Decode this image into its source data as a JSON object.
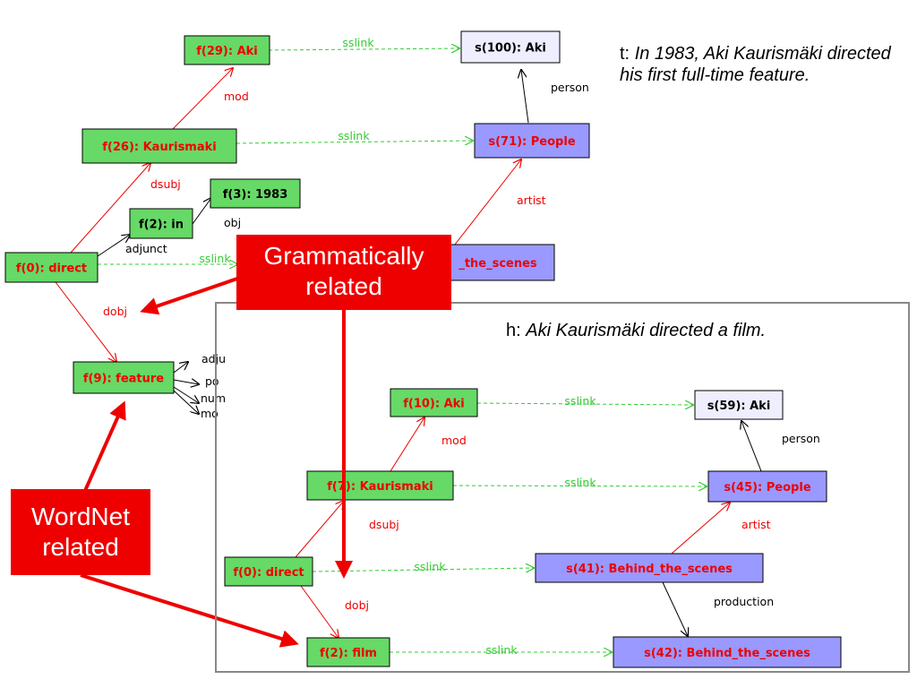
{
  "t_sentence": {
    "prefix": "t:",
    "text": "In 1983, Aki Kaurismäki directed his first full-time feature."
  },
  "h_sentence": {
    "prefix": "h:",
    "text": "Aki Kaurismäki directed a film."
  },
  "callouts": {
    "grammatical": "Grammatically related",
    "wordnet": "WordNet related"
  },
  "colors": {
    "f_node": "#66d966",
    "s_node": "#9999ff",
    "s_leaf": "#eeeeff",
    "red_text": "#ee0000",
    "sslink": "#33cc33",
    "callout": "#ee0000"
  },
  "nodes": [
    {
      "id": "t_f29",
      "label": "f(29): Aki",
      "kind": "f",
      "tcolor": "red"
    },
    {
      "id": "t_s100",
      "label": "s(100): Aki",
      "kind": "leaf",
      "tcolor": "black"
    },
    {
      "id": "t_f26",
      "label": "f(26): Kaurismaki",
      "kind": "f",
      "tcolor": "red"
    },
    {
      "id": "t_s71",
      "label": "s(71): People",
      "kind": "s",
      "tcolor": "red"
    },
    {
      "id": "t_f3",
      "label": "f(3): 1983",
      "kind": "f",
      "tcolor": "black"
    },
    {
      "id": "t_f2",
      "label": "f(2): in",
      "kind": "f",
      "tcolor": "black"
    },
    {
      "id": "t_f0",
      "label": "f(0): direct",
      "kind": "f",
      "tcolor": "red"
    },
    {
      "id": "t_sbts",
      "label": "_the_scenes",
      "kind": "s",
      "tcolor": "red"
    },
    {
      "id": "t_f9",
      "label": "f(9): feature",
      "kind": "f",
      "tcolor": "red"
    },
    {
      "id": "h_f10",
      "label": "f(10): Aki",
      "kind": "f",
      "tcolor": "red"
    },
    {
      "id": "h_s59",
      "label": "s(59): Aki",
      "kind": "leaf",
      "tcolor": "black"
    },
    {
      "id": "h_f7",
      "label": "f(7): Kaurismaki",
      "kind": "f",
      "tcolor": "red"
    },
    {
      "id": "h_s45",
      "label": "s(45): People",
      "kind": "s",
      "tcolor": "red"
    },
    {
      "id": "h_f0",
      "label": "f(0): direct",
      "kind": "f",
      "tcolor": "red"
    },
    {
      "id": "h_s41",
      "label": "s(41): Behind_the_scenes",
      "kind": "s",
      "tcolor": "red"
    },
    {
      "id": "h_f2",
      "label": "f(2): film",
      "kind": "f",
      "tcolor": "red"
    },
    {
      "id": "h_s42",
      "label": "s(42): Behind_the_scenes",
      "kind": "s",
      "tcolor": "red"
    }
  ],
  "edges": [
    {
      "id": "e1",
      "type": "sslink",
      "label": "sslink"
    },
    {
      "id": "e2",
      "type": "sslink",
      "label": "sslink"
    },
    {
      "id": "e3",
      "type": "sslink",
      "label": "sslink"
    },
    {
      "id": "e4",
      "type": "red",
      "label": "mod"
    },
    {
      "id": "e5",
      "type": "black",
      "label": "person"
    },
    {
      "id": "e6",
      "type": "red",
      "label": "dsubj"
    },
    {
      "id": "e7",
      "type": "red",
      "label": "artist"
    },
    {
      "id": "e8",
      "type": "black",
      "label": "adjunct"
    },
    {
      "id": "e9",
      "type": "black",
      "label": "obj"
    },
    {
      "id": "e10",
      "type": "red",
      "label": "dobj"
    },
    {
      "id": "e11",
      "type": "black",
      "label": "adju"
    },
    {
      "id": "e12",
      "type": "black",
      "label": "po"
    },
    {
      "id": "e13",
      "type": "black",
      "label": "num"
    },
    {
      "id": "e14",
      "type": "black",
      "label": "mo"
    },
    {
      "id": "e15",
      "type": "sslink",
      "label": "sslink"
    },
    {
      "id": "e16",
      "type": "sslink",
      "label": "sslink"
    },
    {
      "id": "e17",
      "type": "sslink",
      "label": "sslink"
    },
    {
      "id": "e18",
      "type": "sslink",
      "label": "sslink"
    },
    {
      "id": "e19",
      "type": "red",
      "label": "mod"
    },
    {
      "id": "e20",
      "type": "black",
      "label": "person"
    },
    {
      "id": "e21",
      "type": "red",
      "label": "dsubj"
    },
    {
      "id": "e22",
      "type": "red",
      "label": "artist"
    },
    {
      "id": "e23",
      "type": "black",
      "label": "production"
    },
    {
      "id": "e24",
      "type": "red",
      "label": "dobj"
    }
  ]
}
